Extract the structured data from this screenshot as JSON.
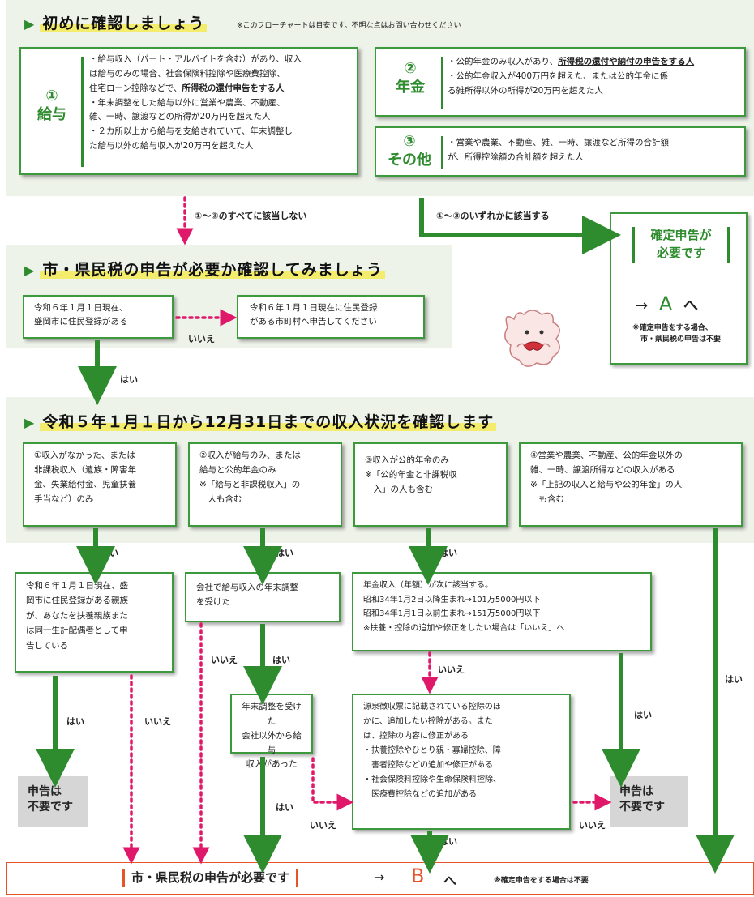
{
  "section1": {
    "title": "初めに確認しましょう",
    "note": "※このフローチャートは目安です。不明な点はお問い合わせください",
    "box1": {
      "num": "①",
      "name": "給与",
      "lines": [
        "・給与収入（パート・アルバイトを含む）があり、収入",
        "は給与のみの場合、社会保険料控除や医療費控除、",
        "住宅ローン控除などで、",
        "所得税の還付申告をする人",
        "・年末調整をした給与以外に営業や農業、不動産、",
        "雑、一時、譲渡などの所得が20万円を超えた人",
        "・２カ所以上から給与を支給されていて、年末調整し",
        "た給与以外の給与収入が20万円を超えた人"
      ]
    },
    "box2": {
      "num": "②",
      "name": "年金",
      "lines": [
        "・公的年金のみ収入があり、",
        "所得税の還付や納付の申告をする人",
        "・公的年金収入が400万円を超えた、または公的年金に係",
        "る雑所得以外の所得が20万円を超えた人"
      ]
    },
    "box3": {
      "num": "③",
      "name": "その他",
      "lines": [
        "・営業や農業、不動産、雑、一時、譲渡など所得の合計額",
        "が、所得控除額の合計額を超えた人"
      ]
    },
    "none_label": "①～③のすべてに該当しない",
    "any_label": "①～③のいずれかに該当する"
  },
  "kakutei": {
    "title1": "確定申告が",
    "title2": "必要です",
    "arrow": "→",
    "letter": "A",
    "suffix": "へ",
    "note1": "※確定申告をする場合、",
    "note2": "市・県民税の申告は不要"
  },
  "section2": {
    "title": "市・県民税の申告が必要か確認してみましょう",
    "q1": [
      "令和６年１月１日現在、",
      "盛岡市に住民登録がある"
    ],
    "q1_no": "いいえ",
    "q1_no_result": [
      "令和６年１月１日現在に住民登録",
      "がある市町村へ申告してください"
    ],
    "yes": "はい"
  },
  "section3": {
    "title": "令和５年１月１日から12月31日までの収入状況を確認します",
    "c1": [
      "①収入がなかった、または",
      "非課税収入（遺族・障害年",
      "金、失業給付金、児童扶養",
      "手当など）のみ"
    ],
    "c2": [
      "②収入が給与のみ、または",
      "給与と公的年金のみ",
      "※「給与と非課税収入」の",
      "　人も含む"
    ],
    "c3": [
      "③収入が公的年金のみ",
      "※「公的年金と非課税収",
      "　入」の人も含む"
    ],
    "c4": [
      "④営業や農業、不動産、公的年金以外の",
      "雑、一時、譲渡所得などの収入がある",
      "※「上記の収入と給与や公的年金」の人",
      "　も含む"
    ],
    "q_c1": [
      "令和６年１月１日現在、盛",
      "岡市に住民登録がある親族",
      "が、あなたを扶養親族また",
      "は同一生計配偶者として申",
      "告している"
    ],
    "q_c2a": [
      "会社で給与収入の年末調整",
      "を受けた"
    ],
    "q_c2b": [
      "年末調整を受けた",
      "会社以外から給与",
      "収入があった"
    ],
    "q_c3": [
      "年金収入（年額）が次に該当する。",
      "昭和34年1月2日以降生まれ→101万5000円以下",
      "昭和34年1月1日以前生まれ→151万5000円以下",
      "※扶養・控除の追加や修正をしたい場合は「いいえ」へ"
    ],
    "q_c3b": [
      "源泉徴収票に記載されている控除のほ",
      "かに、追加したい控除がある。また",
      "は、控除の内容に修正がある",
      "・扶養控除やひとり親・寡婦控除、障",
      "　害者控除などの追加や修正がある",
      "・社会保険料控除や生命保険料控除、",
      "　医療費控除などの追加がある"
    ],
    "not_needed": [
      "申告は",
      "不要です"
    ],
    "yes": "はい",
    "no": "いいえ"
  },
  "final": {
    "text": "市・県民税の申告が必要です",
    "arrow": "→",
    "letter": "B",
    "suffix": "へ",
    "note": "※確定申告をする場合は不要"
  },
  "colors": {
    "green": "#2e8b2e",
    "pink": "#e0186a",
    "orange": "#e8542a",
    "band": "#eef3ea"
  }
}
